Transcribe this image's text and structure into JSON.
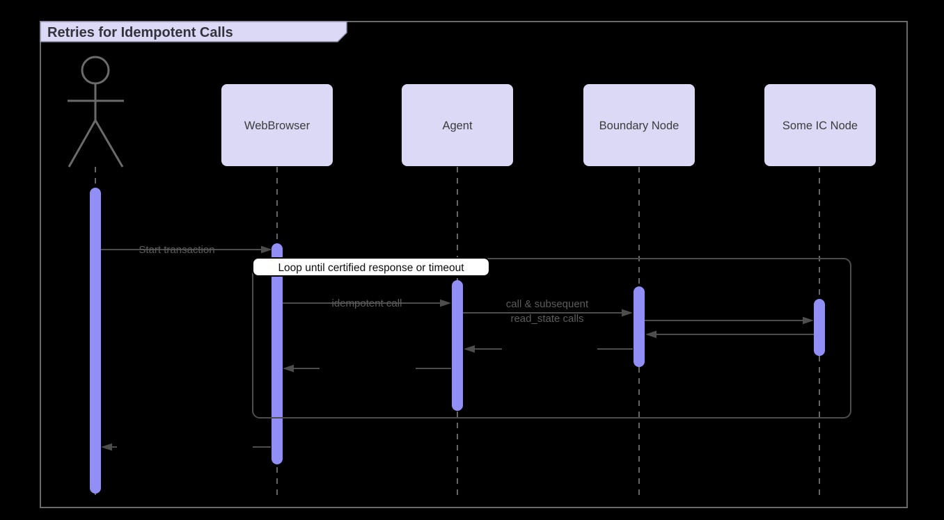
{
  "title": {
    "label": "Retries for Idempotent Calls"
  },
  "participants": [
    {
      "label": "WebBrowser"
    },
    {
      "label": "Agent"
    },
    {
      "label": "Boundary Node"
    },
    {
      "label": "Some IC Node"
    }
  ],
  "actor": {
    "shape": "stick-figure"
  },
  "loop": {
    "label": "Loop until certified response or timeout"
  },
  "messages": [
    {
      "id": "start-transaction",
      "label": "Start transaction",
      "from": "actor",
      "to": "WebBrowser",
      "kind": "call"
    },
    {
      "id": "idempotent-call",
      "label": "idempotent call",
      "from": "WebBrowser",
      "to": "Agent",
      "kind": "call"
    },
    {
      "id": "call-and-read-state",
      "label_lines": [
        "call & subsequent",
        "read_state calls"
      ],
      "from": "Agent",
      "to": "Boundary Node",
      "kind": "call"
    },
    {
      "id": "boundary-to-ic",
      "label": "",
      "from": "Boundary Node",
      "to": "Some IC Node",
      "kind": "call"
    },
    {
      "id": "ic-to-boundary-return",
      "label": "",
      "from": "Some IC Node",
      "to": "Boundary Node",
      "kind": "return"
    },
    {
      "id": "boundary-to-agent-return",
      "label": "",
      "from": "Boundary Node",
      "to": "Agent",
      "kind": "return"
    },
    {
      "id": "agent-to-webbrowser-return",
      "label": "",
      "from": "Agent",
      "to": "WebBrowser",
      "kind": "return"
    },
    {
      "id": "webbrowser-to-actor-return",
      "label": "",
      "from": "WebBrowser",
      "to": "actor",
      "kind": "return"
    }
  ],
  "colors": {
    "background": "#000000",
    "frame_border": "#6a6a6a",
    "title_fill": "#dcd9f7",
    "participant_fill": "#dcd9f7",
    "activation_fill": "#918ff5",
    "lifeline": "#666666",
    "message_line": "#4d4d4d",
    "message_label": "#5c5c5c",
    "loop_label_background": "#ffffff",
    "loop_label_border": "#000000"
  }
}
